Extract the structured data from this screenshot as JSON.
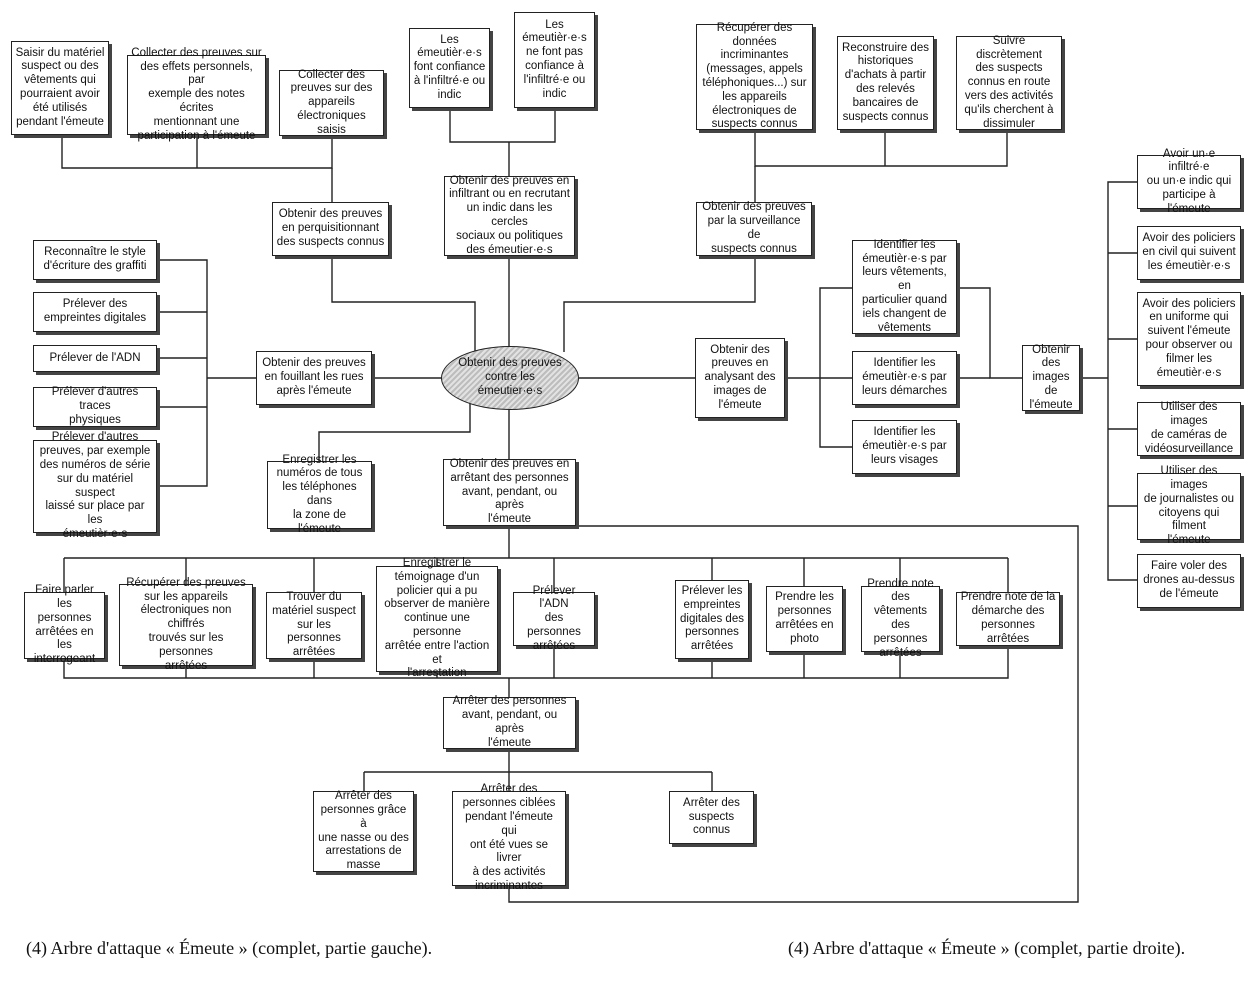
{
  "diagram": {
    "root": "Obtenir des preuves\ncontre les\némeutier·e·s",
    "nodes": {
      "perquisition": "Obtenir des preuves\nen perquisitionnant\ndes suspects connus",
      "infiltration": "Obtenir des preuves en\ninfiltrant ou en recrutant\nun indic dans les cercles\nsociaux ou politiques\ndes émeutier·e·s",
      "surveillance": "Obtenir des preuves\npar la surveillance de\nsuspects connus",
      "rues": "Obtenir des preuves\nen fouillant les rues\naprès l'émeute",
      "images": "Obtenir des\npreuves en\nanalysant des\nimages de\nl'émeute",
      "telephones": "Enregistrer les\nnuméros de tous\nles téléphones dans\nla zone de l'émeute",
      "arrestation": "Obtenir des preuves en\narrêtant des personnes\navant, pendant, ou après\nl'émeute",
      "saisir": "Saisir du matériel\nsuspect ou des\nvêtements qui\npourraient avoir\nété utilisés\npendant l'émeute",
      "effets": "Collecter des preuves sur\ndes effets personnels, par\nexemple des notes écrites\nmentionnant une\nparticipation à l'émeute",
      "appareils_saisis": "Collecter des\npreuves sur des\nappareils\nélectroniques saisis",
      "confiance": "Les\némeutièr·e·s\nfont confiance\nà l'infiltré·e ou\nindic",
      "pas_confiance": "Les\némeutièr·e·s\nne font pas\nconfiance à\nl'infiltré·e ou\nindic",
      "donnees": "Récupérer des\ndonnées incriminantes\n(messages, appels\ntéléphoniques...) sur\nles appareils\nélectroniques de\nsuspects connus",
      "achats": "Reconstruire des\nhistoriques\nd'achats à partir\ndes relevés\nbancaires de\nsuspects connus",
      "suivre": "Suivre discrètement\ndes suspects\nconnus en route\nvers des activités\nqu'ils cherchent à\ndissimuler",
      "graffiti": "Reconnaître le style\nd'écriture des graffiti",
      "empreintes_rue": "Prélever des\nempreintes digitales",
      "adn_rue": "Prélever de l'ADN",
      "traces": "Prélever d'autres traces\nphysiques",
      "autres_preuves": "Prélever d'autres\npreuves, par exemple\ndes numéros de série\nsur du matériel suspect\nlaissé sur place par les\némeutièr·e·s",
      "vetements": "Identifier les\némeutièr·e·s par\nleurs vêtements, en\nparticulier quand\niels changent de\nvêtements",
      "demarches": "Identifier les\némeutièr·e·s par\nleurs démarches",
      "visages": "Identifier les\némeutièr·e·s par\nleurs visages",
      "obtenir_images": "Obtenir\ndes\nimages de\nl'émeute",
      "infiltre": "Avoir un·e infiltré·e\nou un·e indic qui\nparticipe à l'émeute",
      "civil": "Avoir des policiers\nen civil qui suivent\nles émeutièr·e·s",
      "uniforme": "Avoir des policiers\nen uniforme qui\nsuivent l'émeute\npour observer ou\nfilmer les\némeutièr·e·s",
      "cameras": "Utiliser des images\nde caméras de\nvidéosurveillance",
      "journalistes": "Utiliser des images\nde journalistes ou\ncitoyens qui filment\nl'émeute",
      "drones": "Faire voler des\ndrones au-dessus\nde l'émeute",
      "parler": "Faire parler les\npersonnes\narrêtées en les\ninterrogeant",
      "non_chiffres": "Récupérer des preuves\nsur les appareils\nélectroniques non chiffrés\ntrouvés sur les personnes\narrêtées",
      "materiel": "Trouver du\nmatériel suspect\nsur les personnes\narrêtées",
      "temoignage": "Enregistrer le\ntémoignage d'un\npolicier qui a pu\nobserver de manière\ncontinue une personne\narrêtée entre l'action et\nl'arrestation",
      "adn_arr": "Prélever l'ADN\ndes personnes\narrêtées",
      "empreintes_arr": "Prélever les\nempreintes\ndigitales des\npersonnes\narrêtées",
      "photo": "Prendre les\npersonnes\narrêtées en\nphoto",
      "note_vetements": "Prendre note\ndes vêtements\ndes personnes\narrêtées",
      "note_demarche": "Prendre note de la\ndémarche des\npersonnes arrêtées",
      "arreter": "Arrêter des personnes\navant, pendant, ou après\nl'émeute",
      "nasse": "Arrêter des\npersonnes grâce à\nune nasse ou des\narrestations de\nmasse",
      "ciblees": "Arrêter des\npersonnes ciblées\npendant l'émeute qui\nont été vues se livrer\nà des activités\nincriminantes",
      "suspects": "Arrêter des\nsuspects\nconnus"
    }
  },
  "captions": {
    "left": "(4) Arbre d'attaque « Émeute » (complet, partie gauche).",
    "right": "(4) Arbre d'attaque « Émeute » (complet, partie droite)."
  }
}
